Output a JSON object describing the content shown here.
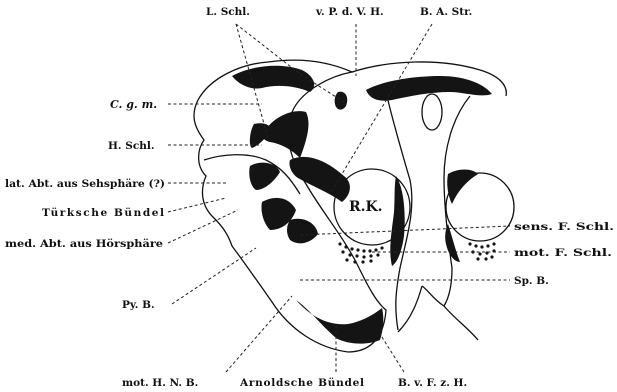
{
  "labels": {
    "l_schl": "L. Schl.",
    "v_p_d_v_h": "v. P. d. V. H.",
    "b_a_str": "B. A. Str.",
    "c_g_m": "C. g. m.",
    "h_schl": "H. Schl.",
    "lat_abt": "lat. Abt. aus Sehsphäre (?)",
    "turksche": "Türksche Bündel",
    "med_abt": "med. Abt. aus Hörsphäre",
    "py_b": "Py. B.",
    "rk": "R.K.",
    "sens_f_schl": "sens. F. Schl.",
    "mot_f_schl": "mot. F. Schl.",
    "sp_b": "Sp. B.",
    "mot_h_n_b": "mot. H. N. B.",
    "arnoldsche": "Arnoldsche Bündel",
    "b_v_f_z_h": "B. v. F. z. H."
  }
}
